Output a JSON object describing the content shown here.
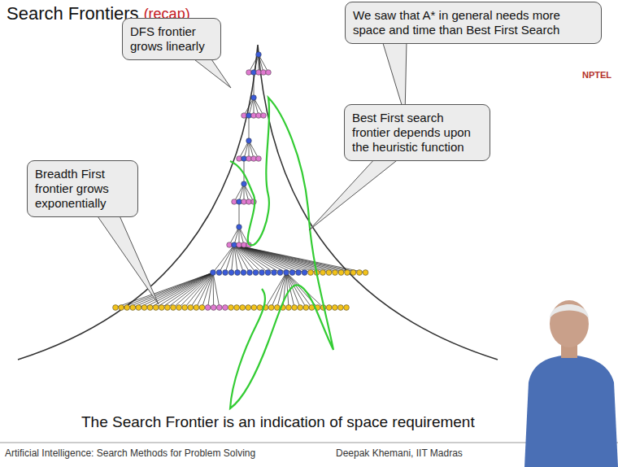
{
  "diagram": {
    "title": "Search Frontiers",
    "caption": "The Search Frontier is an indication of space requirement",
    "nodes": [
      {
        "text": [
          "We saw that A* in general needs more space and time than Best First Search"
        ]
      },
      {
        "text": [
          "DFS frontier grows linearly"
        ]
      },
      {
        "text": [
          "Best First search frontier depends upon the heuristic function"
        ]
      },
      {
        "text": [
          "Breadth First frontier grows exponentially"
        ]
      }
    ],
    "labels": [
      "(recap)",
      "NPTEL",
      "Artificial Intelligence: Search Methods for Problem Solving",
      "Deepak Khemani, IIT Madras"
    ]
  }
}
